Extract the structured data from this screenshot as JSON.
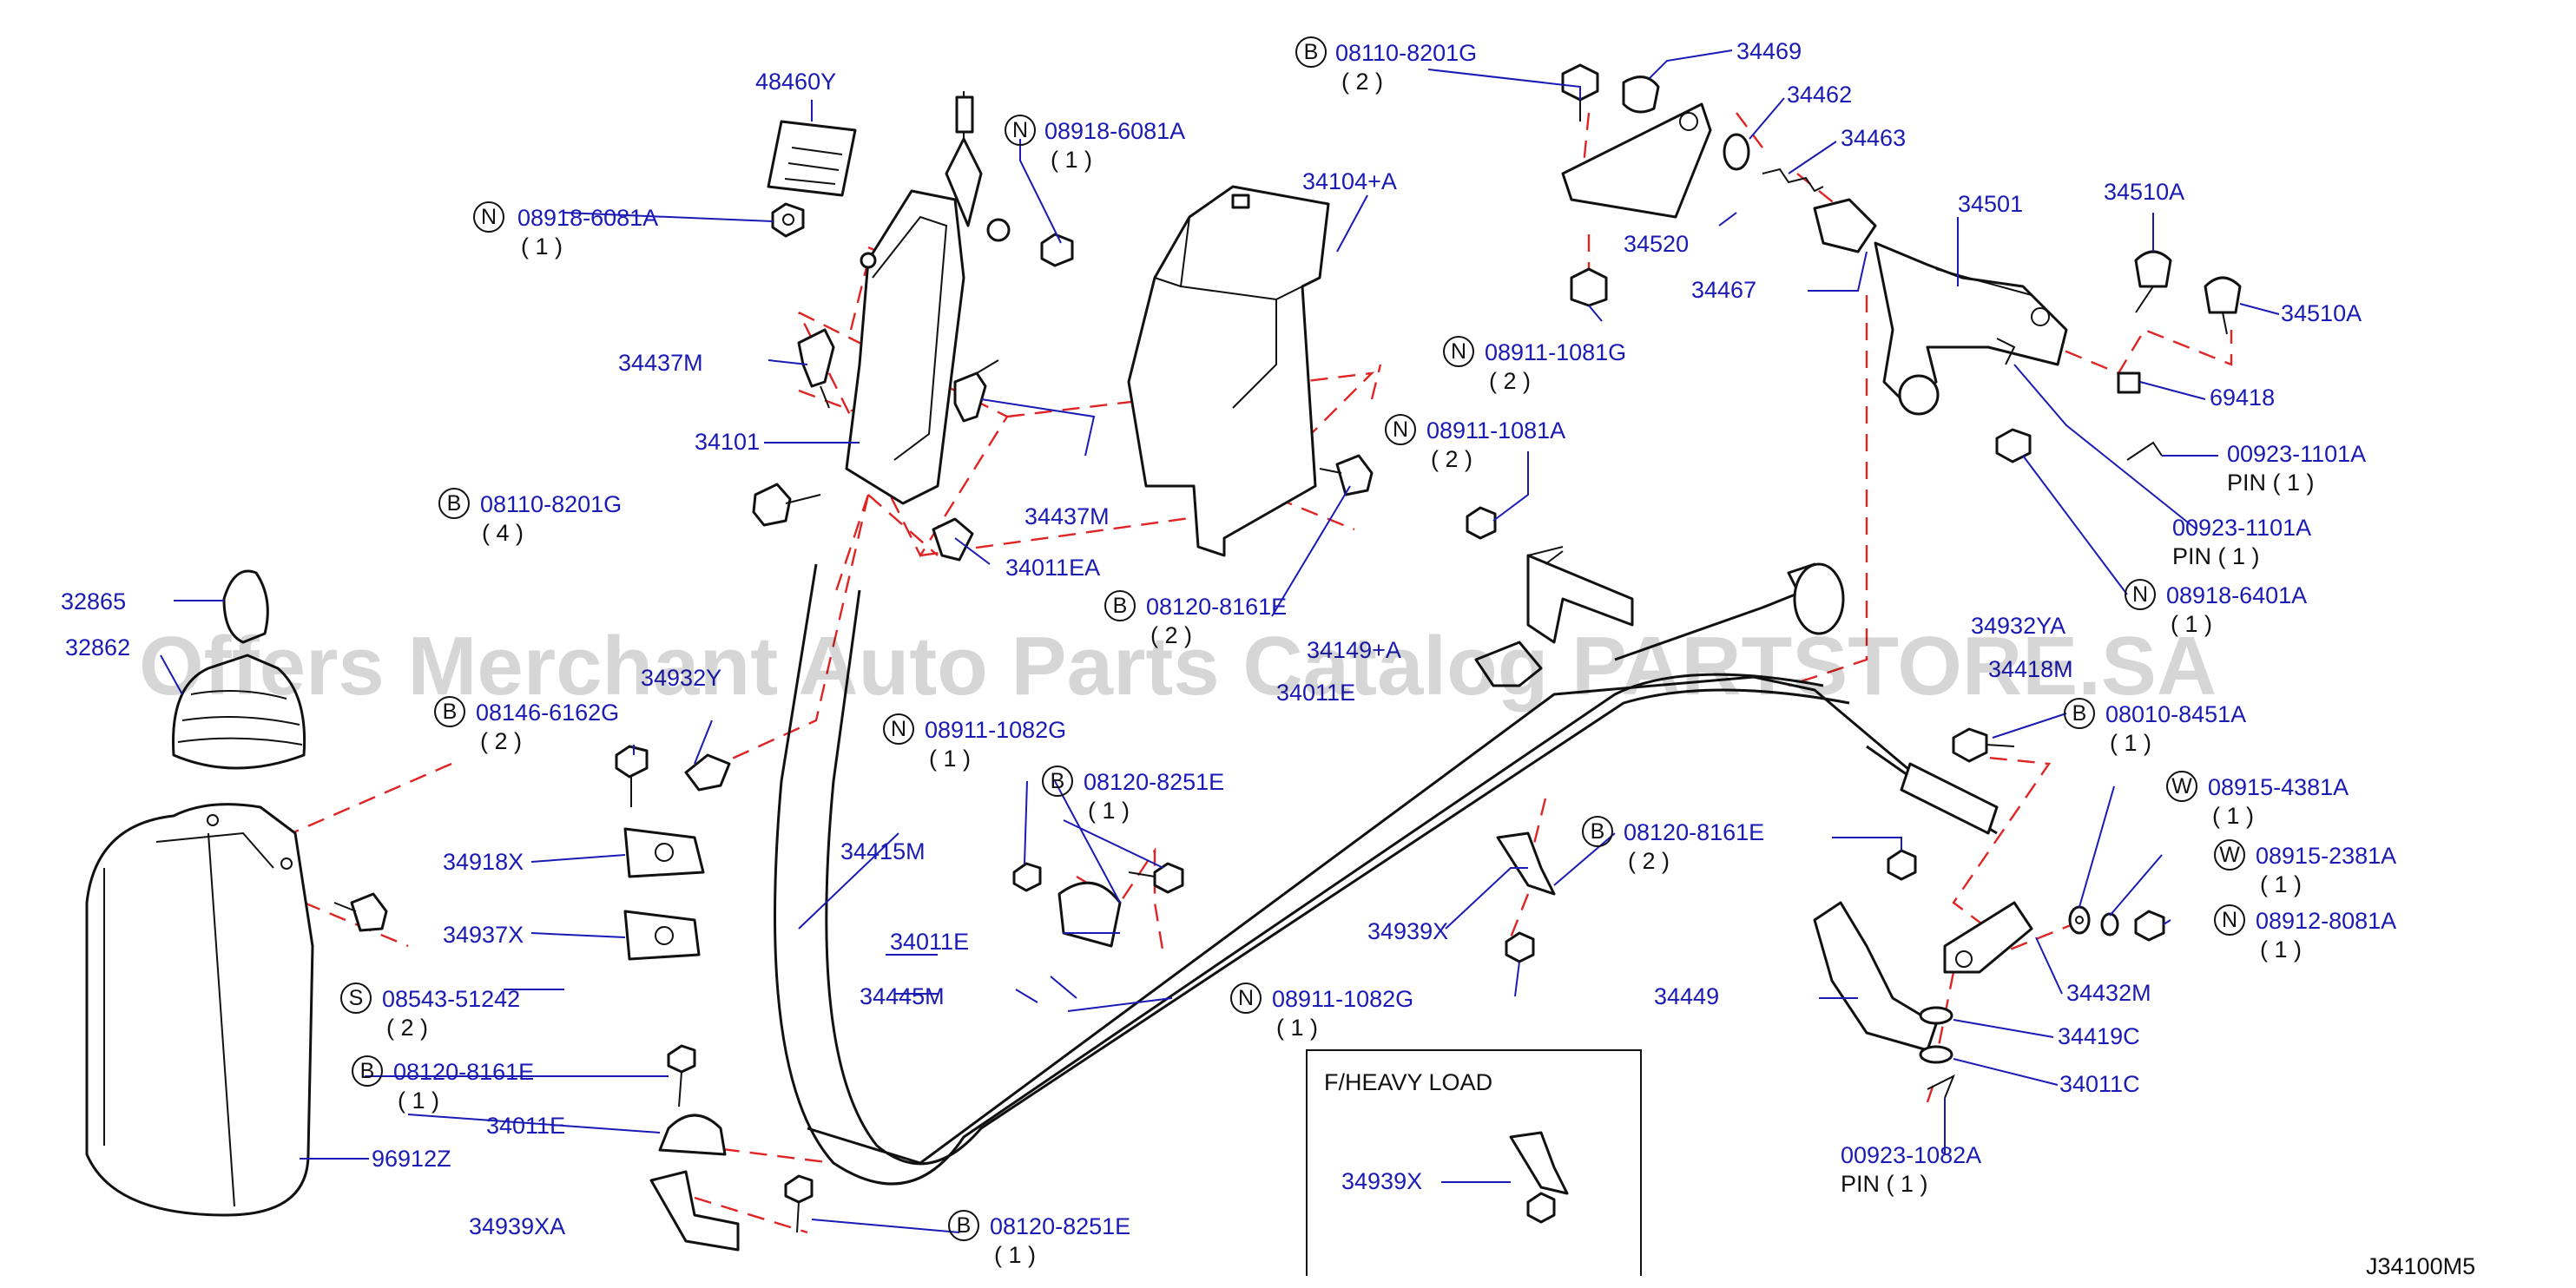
{
  "drawing_code": "J34100M5",
  "watermark": "Offers Merchant Auto Parts Catalog PARTSTORE.SA",
  "inset": {
    "title": "F/HEAVY   LOAD",
    "part": "34939X"
  },
  "colors": {
    "label": "#1a1ab4",
    "leader": "#e02424",
    "line": "#111111"
  },
  "parts": [
    "48460Y",
    "34437M",
    "34101",
    "34437M",
    "34011EA",
    "34104+A",
    "32865",
    "32862",
    "34932Y",
    "34918X",
    "34937X",
    "96912Z",
    "34011E",
    "34939XA",
    "34415M",
    "34011E",
    "34445M",
    "34149+A",
    "34011E",
    "34939X",
    "34469",
    "34462",
    "34463",
    "34520",
    "34467",
    "34501",
    "34510A",
    "34510A",
    "69418",
    "34932YA",
    "34418M",
    "34449",
    "34432M",
    "34419C",
    "34011C"
  ],
  "fasteners": [
    {
      "badge": "B",
      "part": "08110-8201G",
      "qty": "( 2 )"
    },
    {
      "badge": "N",
      "part": "08918-6081A",
      "qty": "( 1 )"
    },
    {
      "badge": "N",
      "part": "08918-6081A",
      "qty": "( 1 )"
    },
    {
      "badge": "B",
      "part": "08110-8201G",
      "qty": "( 4 )"
    },
    {
      "badge": "N",
      "part": "08911-1081G",
      "qty": "( 2 )"
    },
    {
      "badge": "N",
      "part": "08911-1081A",
      "qty": "( 2 )"
    },
    {
      "badge": "B",
      "part": "08120-8161E",
      "qty": "( 2 )"
    },
    {
      "badge": "B",
      "part": "08146-6162G",
      "qty": "( 2 )"
    },
    {
      "badge": "N",
      "part": "08911-1082G",
      "qty": "( 1 )"
    },
    {
      "badge": "B",
      "part": "08120-8251E",
      "qty": "( 1 )"
    },
    {
      "badge": "B",
      "part": "08120-8161E",
      "qty": "( 2 )"
    },
    {
      "badge": "S",
      "part": "08543-51242",
      "qty": "( 2 )"
    },
    {
      "badge": "B",
      "part": "08120-8161E",
      "qty": "( 1 )"
    },
    {
      "badge": "N",
      "part": "08911-1082G",
      "qty": "( 1 )"
    },
    {
      "badge": "B",
      "part": "08120-8251E",
      "qty": "( 1 )"
    },
    {
      "badge": "N",
      "part": "08918-6401A",
      "qty": "( 1 )"
    },
    {
      "badge": "B",
      "part": "08010-8451A",
      "qty": "( 1 )"
    },
    {
      "badge": "W",
      "part": "08915-4381A",
      "qty": "( 1 )"
    },
    {
      "badge": "W",
      "part": "08915-2381A",
      "qty": "( 1 )"
    },
    {
      "badge": "N",
      "part": "08912-8081A",
      "qty": "( 1 )"
    }
  ],
  "pins": [
    {
      "part": "00923-1101A",
      "qty": "PIN  ( 1 )"
    },
    {
      "part": "00923-1101A",
      "qty": "PIN  ( 1 )"
    },
    {
      "part": "00923-1082A",
      "qty": "PIN  ( 1 )"
    }
  ]
}
